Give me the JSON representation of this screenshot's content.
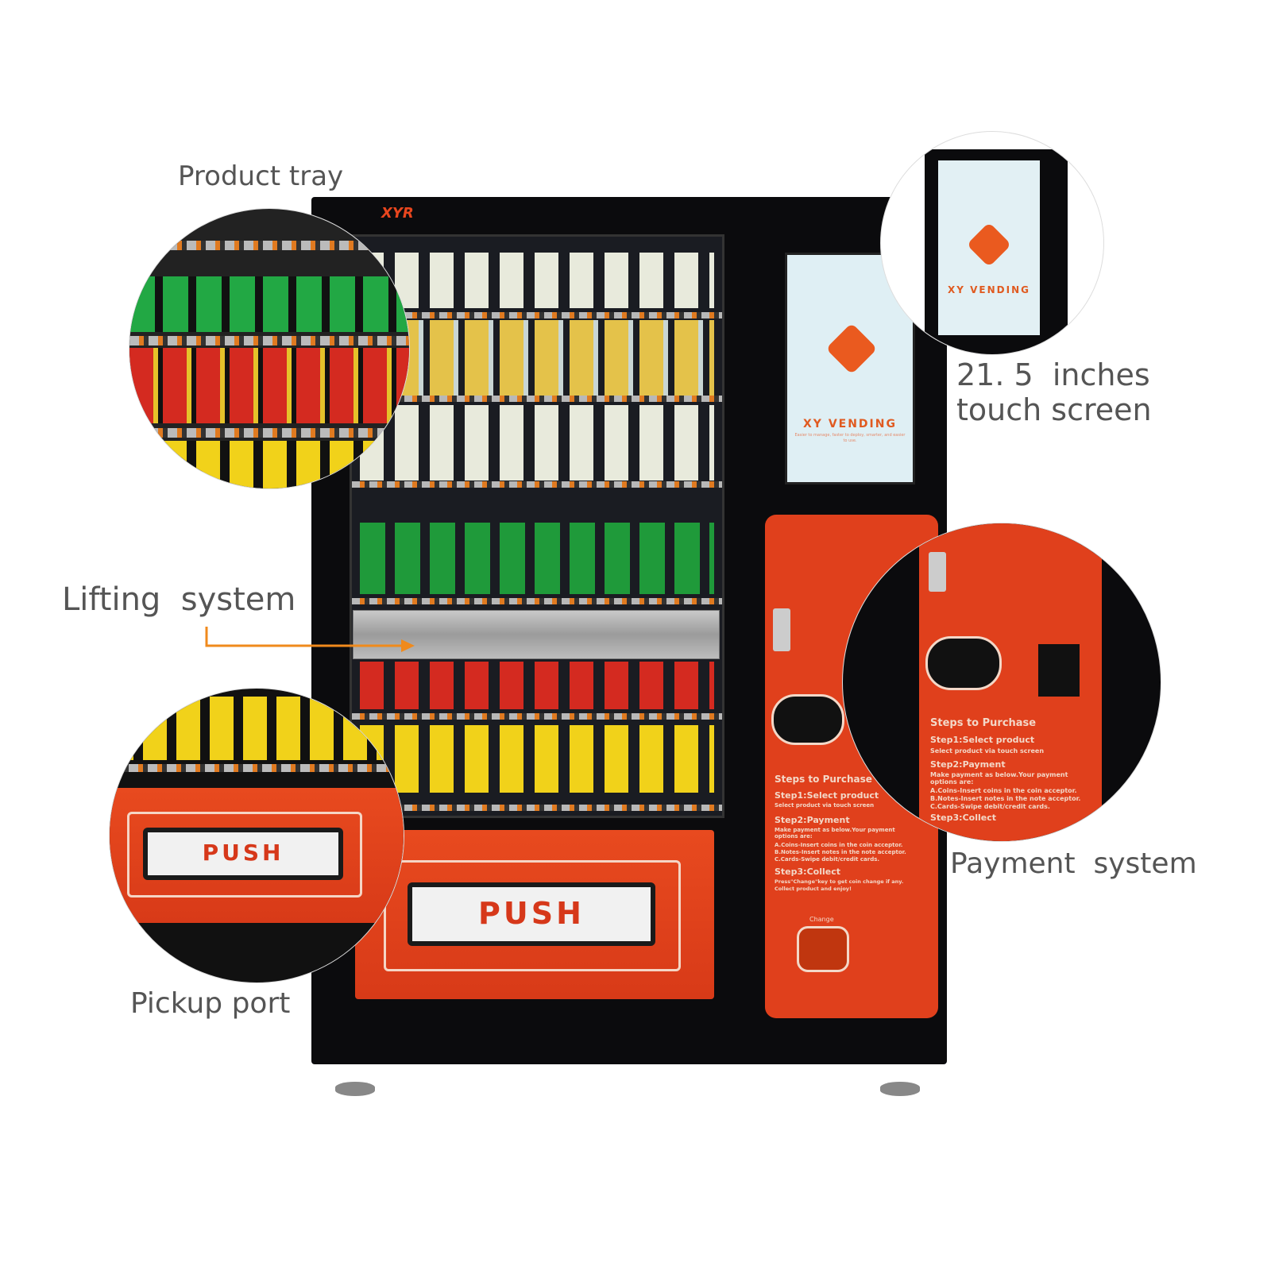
{
  "brand_logo": "XYR",
  "labels": {
    "product_tray": "Product tray",
    "touch_screen": "21. 5  inches\ntouch screen",
    "lifting_system": "Lifting  system",
    "payment_system": "Payment  system",
    "pickup_port": "Pickup port"
  },
  "screen": {
    "title": "XY  VENDING",
    "subtitle": "Easier to manage, faster to deploy, smarter, and easier to use."
  },
  "pickup": {
    "button_label": "PUSH"
  },
  "payment_panel": {
    "heading": "Steps to Purchase",
    "step1_title": "Step1:Select product",
    "step1_text": "Select product via touch screen",
    "step2_title": "Step2:Payment",
    "step2_text": "Make payment as below.Your payment options are:",
    "option_a": "A.Coins-Insert coins in the coin acceptor.",
    "option_b": "B.Notes-Insert notes in the note acceptor.",
    "option_c": "C.Cards-Swipe debit/credit cards.",
    "step3_title": "Step3:Collect",
    "step3_text": "Press\"Change\"key to get coin change if any.",
    "step3_text2": "Collect product and enjoy!",
    "change_label": "Change"
  },
  "colors": {
    "accent": "#e0401c",
    "arrow": "#f08a1c",
    "label": "#555555"
  }
}
